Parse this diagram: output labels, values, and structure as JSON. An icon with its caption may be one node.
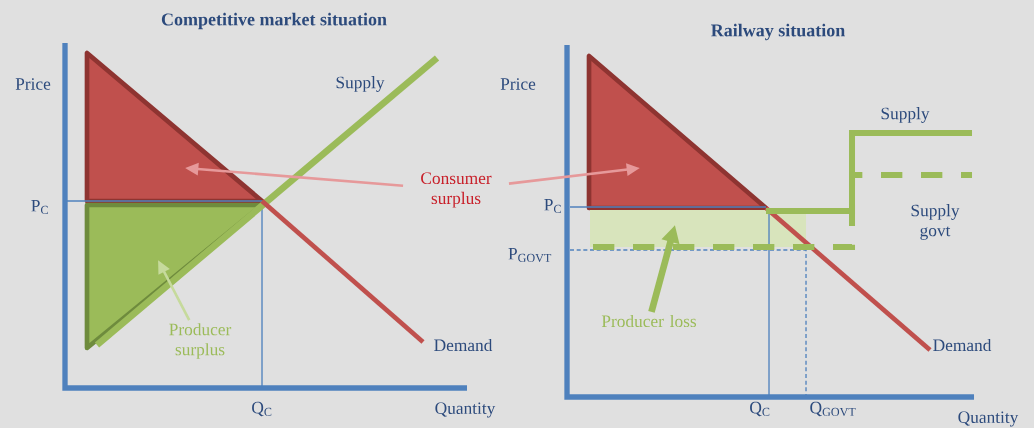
{
  "diagram": {
    "nodes": [
      {
        "text": [
          "Consumer surplus"
        ]
      },
      {
        "text": [],
        "shape": "triangle"
      },
      {
        "text": [],
        "shape": "triangle"
      },
      {
        "text": [
          "Producer surplus"
        ]
      },
      {
        "text": [],
        "shape": "triangle"
      },
      {
        "text": [
          "Producer loss"
        ]
      },
      {
        "text": [],
        "shape": "box"
      }
    ],
    "edges": [
      {
        "from": 0,
        "to": 1,
        "arrow": "to",
        "color": "#e6999a"
      },
      {
        "from": 0,
        "to": 2,
        "arrow": "to",
        "color": "#e6999a"
      },
      {
        "from": 3,
        "to": 4,
        "arrow": "to",
        "color": "#c6da9c"
      },
      {
        "from": 5,
        "to": 6,
        "arrow": "to",
        "style": "thick",
        "color": "#9bbb59"
      }
    ],
    "labels": [
      "Competitive market situation",
      "Railway situation",
      "Price",
      "Supply",
      "P$_{C}$",
      "Demand",
      "Q$_{C}$",
      "Quantity",
      "Price",
      "Supply",
      "P$_{C}$",
      "Supply govt",
      "P$_{GOVT}$",
      "Demand",
      "Q$_{C}$",
      "Q$_{GOVT}$",
      "Quantity"
    ]
  }
}
